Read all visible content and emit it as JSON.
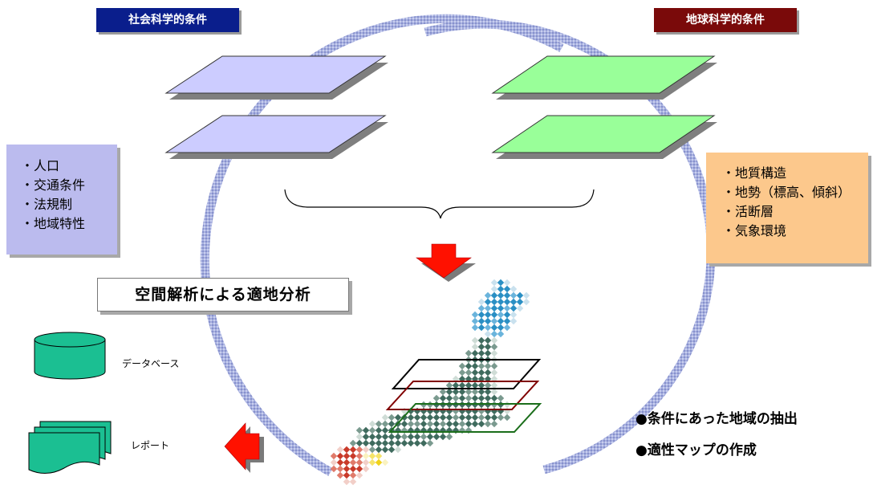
{
  "colors": {
    "social_header_bg": "#0a1e8c",
    "earth_header_bg": "#7a0a0a",
    "social_layer": "#ccccff",
    "earth_layer": "#99ff99",
    "social_panel": "#bbbbee",
    "earth_panel": "#fcc88c",
    "ring": "#9ea8dc",
    "arrow_red": "#ff0000",
    "db_fill": "#1bbf92"
  },
  "headers": {
    "social": "社会科学的条件",
    "earth": "地球科学的条件"
  },
  "panels": {
    "social": [
      "人口",
      "交通条件",
      "法規制",
      "地域特性"
    ],
    "earth": [
      "地質構造",
      "地勢（標高、傾斜）",
      "活断層",
      "気象環境"
    ]
  },
  "analysis_label": "空間解析による適地分析",
  "outputs": {
    "database": "データベース",
    "report": "レポート"
  },
  "results": [
    "●条件にあった地域の抽出",
    "●適性マップの作成"
  ]
}
